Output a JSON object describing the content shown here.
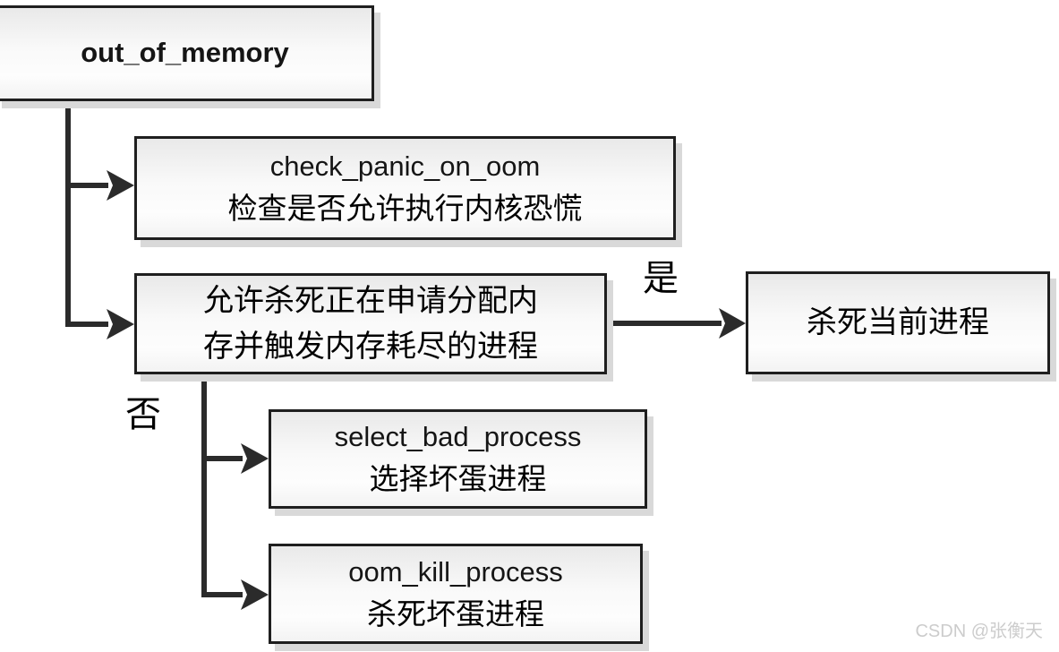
{
  "diagram": {
    "nodes": {
      "out_of_memory": {
        "label": "out_of_memory"
      },
      "check_panic_on_oom": {
        "title": "check_panic_on_oom",
        "subtitle": "检查是否允许执行内核恐慌"
      },
      "allow_kill": {
        "line1": "允许杀死正在申请分配内",
        "line2": "存并触发内存耗尽的进程"
      },
      "kill_current": {
        "label": "杀死当前进程"
      },
      "select_bad_process": {
        "title": "select_bad_process",
        "subtitle": "选择坏蛋进程"
      },
      "oom_kill_process": {
        "title": "oom_kill_process",
        "subtitle": "杀死坏蛋进程"
      }
    },
    "edge_labels": {
      "yes": "是",
      "no": "否"
    }
  },
  "watermark": "CSDN @张衡天",
  "colors": {
    "box_border": "#1f1f1f",
    "box_fill_top": "#e9e9e9",
    "box_fill_bottom": "#f3f3f3",
    "box_shadow": "#d9d9d9",
    "connector": "#2b2b2b",
    "text": "#000000",
    "watermark": "#cccccc"
  }
}
